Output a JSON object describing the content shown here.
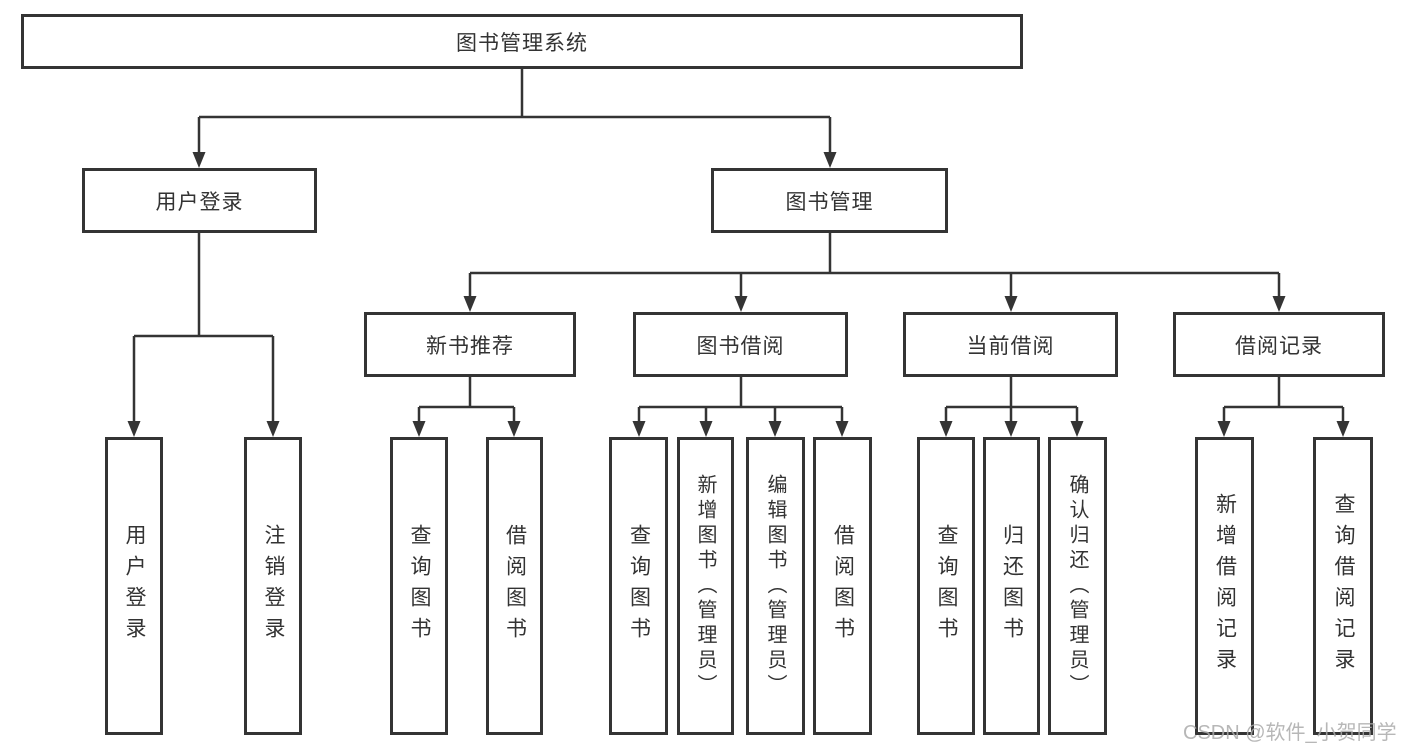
{
  "tree": {
    "root": {
      "label": "图书管理系统"
    },
    "level2": [
      {
        "label": "用户登录"
      },
      {
        "label": "图书管理"
      }
    ],
    "level3": [
      {
        "parent": "图书管理",
        "label": "新书推荐"
      },
      {
        "parent": "图书管理",
        "label": "图书借阅"
      },
      {
        "parent": "图书管理",
        "label": "当前借阅"
      },
      {
        "parent": "图书管理",
        "label": "借阅记录"
      }
    ],
    "leaves": [
      {
        "parent": "用户登录",
        "label": "用户登录"
      },
      {
        "parent": "用户登录",
        "label": "注销登录"
      },
      {
        "parent": "新书推荐",
        "label": "查询图书"
      },
      {
        "parent": "新书推荐",
        "label": "借阅图书"
      },
      {
        "parent": "图书借阅",
        "label": "查询图书"
      },
      {
        "parent": "图书借阅",
        "label": "新增图书（管理员）"
      },
      {
        "parent": "图书借阅",
        "label": "编辑图书（管理员）"
      },
      {
        "parent": "图书借阅",
        "label": "借阅图书"
      },
      {
        "parent": "当前借阅",
        "label": "查询图书"
      },
      {
        "parent": "当前借阅",
        "label": "归还图书"
      },
      {
        "parent": "当前借阅",
        "label": "确认归还（管理员）"
      },
      {
        "parent": "借阅记录",
        "label": "新增借阅记录"
      },
      {
        "parent": "借阅记录",
        "label": "查询借阅记录"
      }
    ]
  },
  "watermark": {
    "text": "CSDN @软件_小贺同学"
  },
  "colors": {
    "line": "#343434",
    "box_border": "#343434",
    "text": "#333333",
    "background": "#ffffff",
    "watermark": "#aaaaaa"
  }
}
